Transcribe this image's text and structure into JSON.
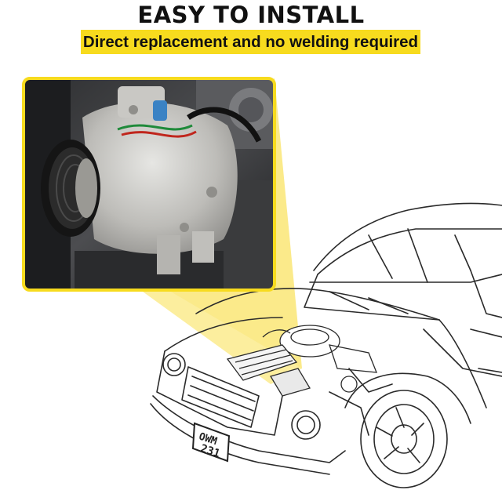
{
  "banner": {
    "headline": "EASY TO INSTALL",
    "subline": "Direct replacement and no welding required",
    "highlight_color": "#F7DB1E"
  },
  "product": {
    "name": "A/C compressor",
    "callout_color": "#F9E04E"
  },
  "illustration": {
    "subject": "car engine bay line drawing",
    "license_plate": "OWM 231"
  }
}
